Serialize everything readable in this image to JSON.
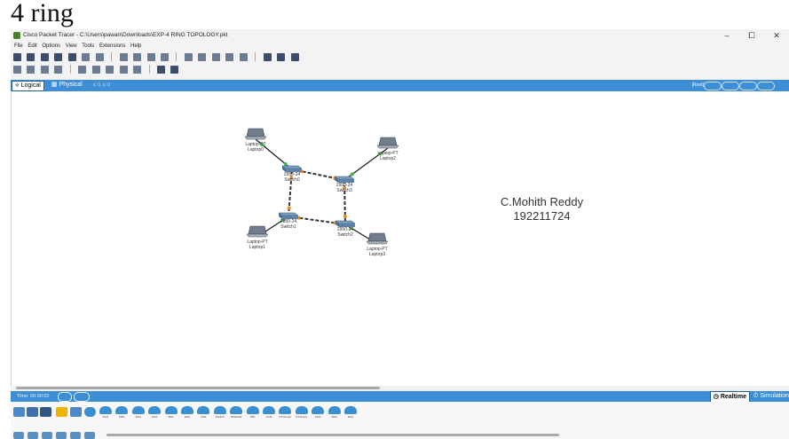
{
  "heading": "4 ring",
  "window": {
    "title": "Cisco Packet Tracer - C:\\Users\\pawan\\Downloads\\EXP-4 RING TOPOLOGY.pkt",
    "controls": [
      "–",
      "⧠",
      "✕"
    ]
  },
  "menu": [
    "File",
    "Edit",
    "Options",
    "View",
    "Tools",
    "Extensions",
    "Help"
  ],
  "tabs": {
    "logical": "Logical",
    "physical": "Physical",
    "coords": "x: 0, y: 0",
    "root": "[Root]"
  },
  "topology": {
    "devices": [
      {
        "id": "laptop0",
        "type": "laptop",
        "model": "Laptop-PT",
        "name": "Laptop0"
      },
      {
        "id": "laptop1",
        "type": "laptop",
        "model": "Laptop-PT",
        "name": "Laptop1"
      },
      {
        "id": "laptop2",
        "type": "laptop",
        "model": "Laptop-PT",
        "name": "Laptop2"
      },
      {
        "id": "laptop3",
        "type": "laptop",
        "model": "Laptop-PT",
        "name": "Laptop3"
      },
      {
        "id": "switch0",
        "type": "switch",
        "model": "2950-24",
        "name": "Switch0"
      },
      {
        "id": "switch1",
        "type": "switch",
        "model": "2950-24",
        "name": "Switch1"
      },
      {
        "id": "switch2",
        "type": "switch",
        "model": "2950-24",
        "name": "Switch2"
      },
      {
        "id": "switch3",
        "type": "switch",
        "model": "2950-24",
        "name": "Switch3"
      }
    ],
    "links": [
      [
        "laptop0",
        "switch0",
        "straight"
      ],
      [
        "laptop2",
        "switch3",
        "straight"
      ],
      [
        "laptop1",
        "switch1",
        "straight"
      ],
      [
        "laptop3",
        "switch2",
        "straight"
      ],
      [
        "switch0",
        "switch3",
        "crossover"
      ],
      [
        "switch3",
        "switch2",
        "crossover"
      ],
      [
        "switch2",
        "switch1",
        "crossover"
      ],
      [
        "switch1",
        "switch0",
        "crossover"
      ]
    ]
  },
  "signature": {
    "name": "C.Mohith Reddy",
    "id": "192211724"
  },
  "status": {
    "time": "Time: 00:00:02",
    "realtime": "Realtime",
    "simulation": "Simulation"
  },
  "device_models": [
    "6221",
    "6351",
    "1841",
    "1941",
    "2811",
    "2901",
    "2911",
    "819IOX",
    "819HGW",
    "829",
    "1240",
    "PT-Router",
    "PT-Empty",
    "1941",
    "2901",
    "2911"
  ],
  "colors": {
    "accent": "#3e8ed7",
    "crossover_link": "#333333",
    "straight_link": "#1a1a1a",
    "port_up": "#4caf50",
    "port_orange": "#f08a24"
  }
}
